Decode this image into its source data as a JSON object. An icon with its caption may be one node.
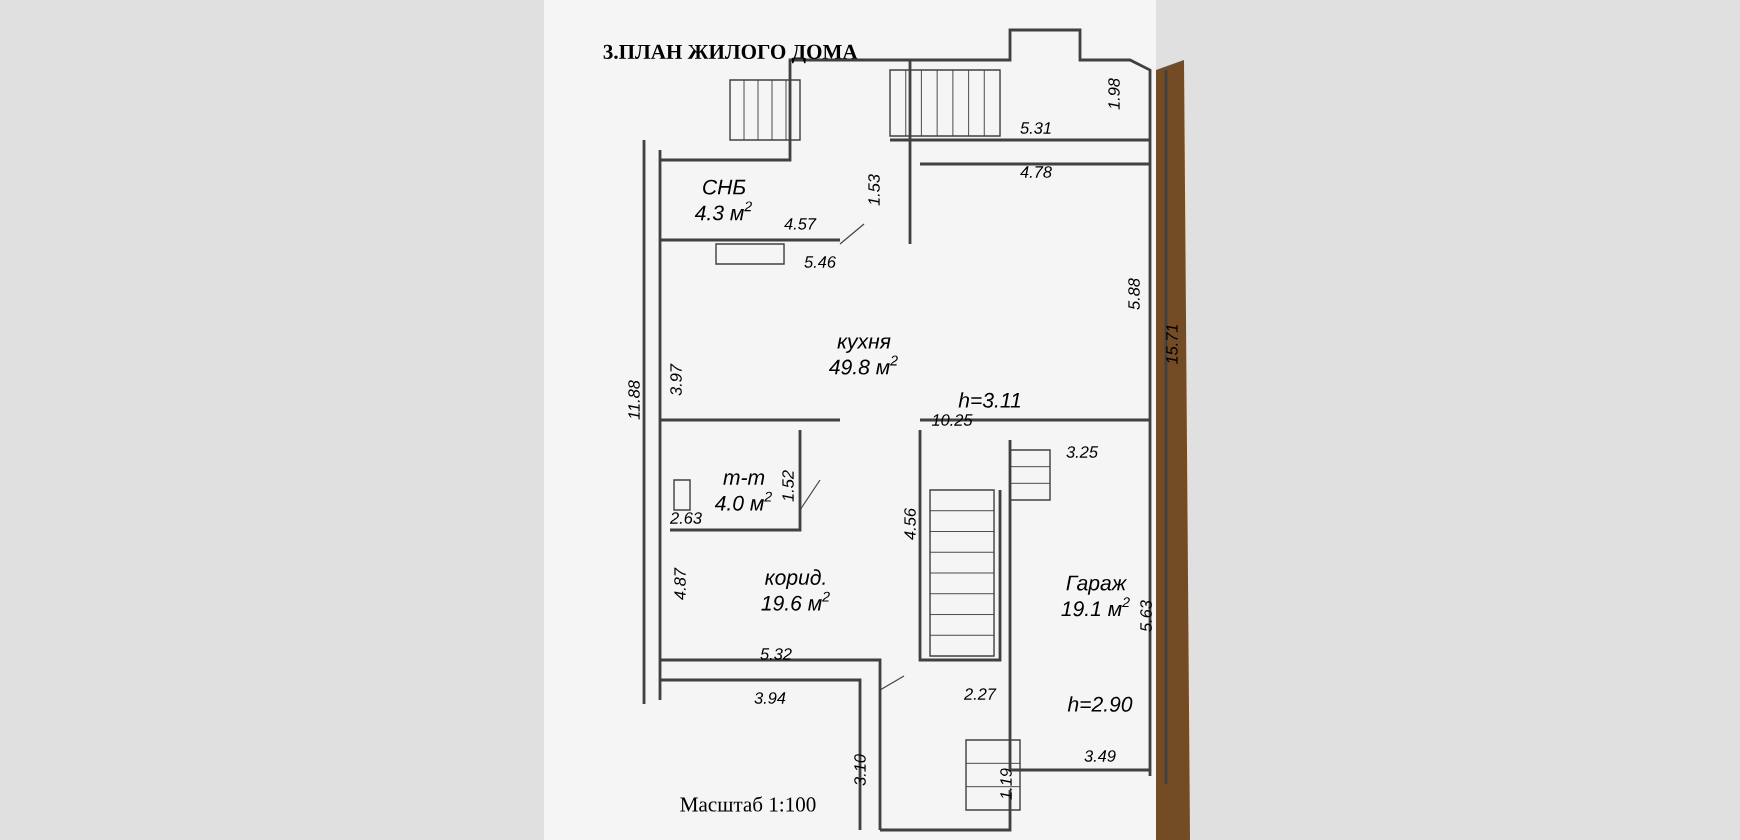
{
  "diagram": {
    "title": "3.ПЛАН ЖИЛОГО ДОМА",
    "nodes": [
      {
        "text": [
          "СНБ",
          "4.3 м$^{2}$"
        ]
      },
      {
        "text": [
          "кухня",
          "49.8 м$^{2}$"
        ],
        "beside": [
          "h=3.11"
        ]
      },
      {
        "text": [
          "т-т",
          "4.0 м$^{2}$"
        ]
      },
      {
        "text": [
          "корид.",
          "19.6 м$^{2}$"
        ]
      },
      {
        "text": [
          "Гараж",
          "19.1 м$^{2}$"
        ],
        "beside": [
          "h=2.90"
        ]
      }
    ],
    "labels": [
      "5.31",
      "1.98",
      "4.78",
      "1.53",
      "4.57",
      "5.46",
      "5.88",
      "11.88",
      "3.97",
      "15.71",
      "10.25",
      "3.25",
      "2.63",
      "1.52",
      "4.56",
      "4.87",
      "5.32",
      "3.94",
      "2.27",
      "5.63",
      "3.49",
      "3.10",
      "1.19",
      "Масштаб 1:100"
    ]
  }
}
